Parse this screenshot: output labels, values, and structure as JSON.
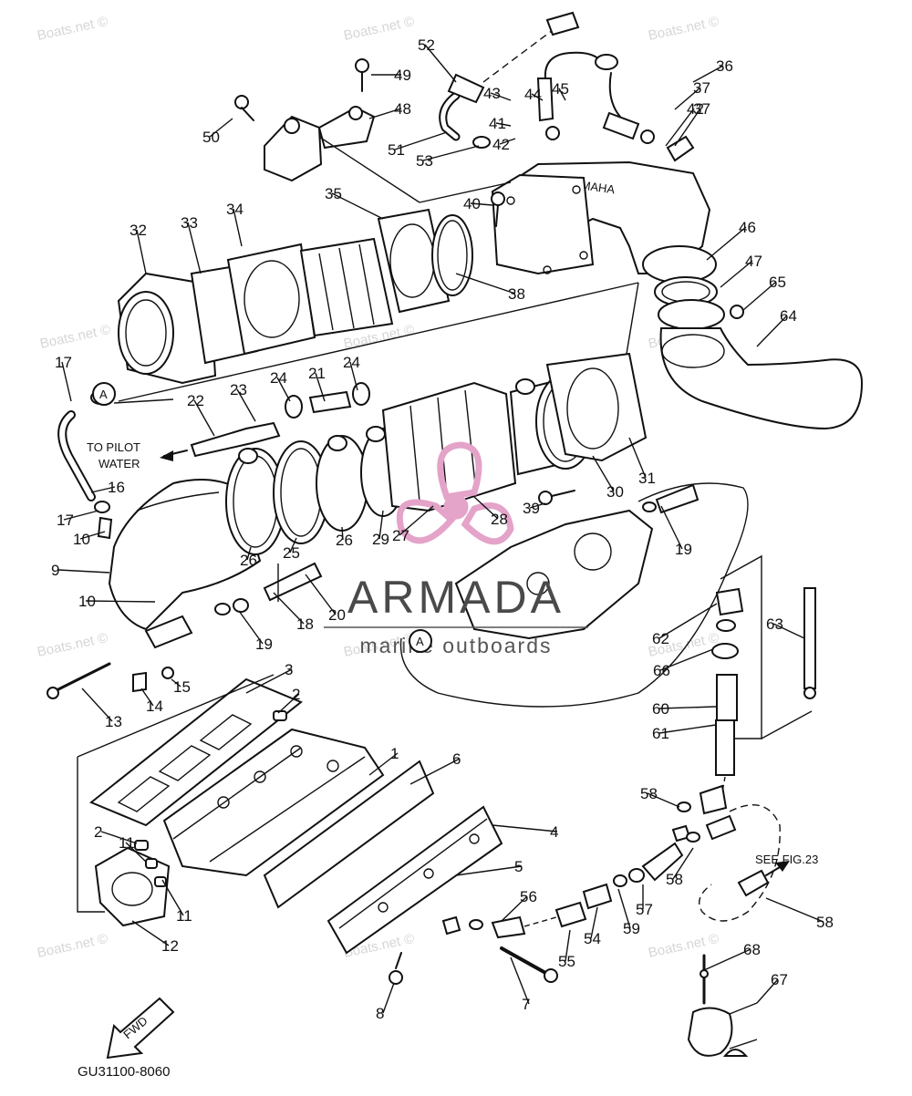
{
  "watermark": "Boats.net ©",
  "brand": {
    "name": "ARMADA",
    "tagline": "marine outboards",
    "accent_color": "#e4a3c9",
    "icon": "propeller-logo-icon"
  },
  "embossed_text": "YAMAHA",
  "notes": {
    "pilot_water": "TO PILOT",
    "pilot_water_2": "WATER",
    "see_fig": "SEE FIG.23",
    "fwd": "FWD",
    "ref_a": "A",
    "code": "GU31100-8060"
  },
  "callouts": [
    "1",
    "2",
    "2",
    "3",
    "4",
    "5",
    "6",
    "7",
    "8",
    "9",
    "10",
    "10",
    "11",
    "11",
    "12",
    "13",
    "14",
    "15",
    "16",
    "17",
    "17",
    "18",
    "19",
    "19",
    "20",
    "21",
    "22",
    "23",
    "24",
    "24",
    "25",
    "26",
    "26",
    "27",
    "28",
    "29",
    "30",
    "31",
    "32",
    "33",
    "34",
    "35",
    "36",
    "37",
    "37",
    "38",
    "39",
    "40",
    "41",
    "42",
    "42",
    "43",
    "44",
    "45",
    "46",
    "47",
    "48",
    "49",
    "50",
    "51",
    "52",
    "53",
    "54",
    "55",
    "56",
    "57",
    "58",
    "58",
    "58",
    "59",
    "60",
    "61",
    "62",
    "63",
    "64",
    "65",
    "66",
    "67",
    "68"
  ]
}
